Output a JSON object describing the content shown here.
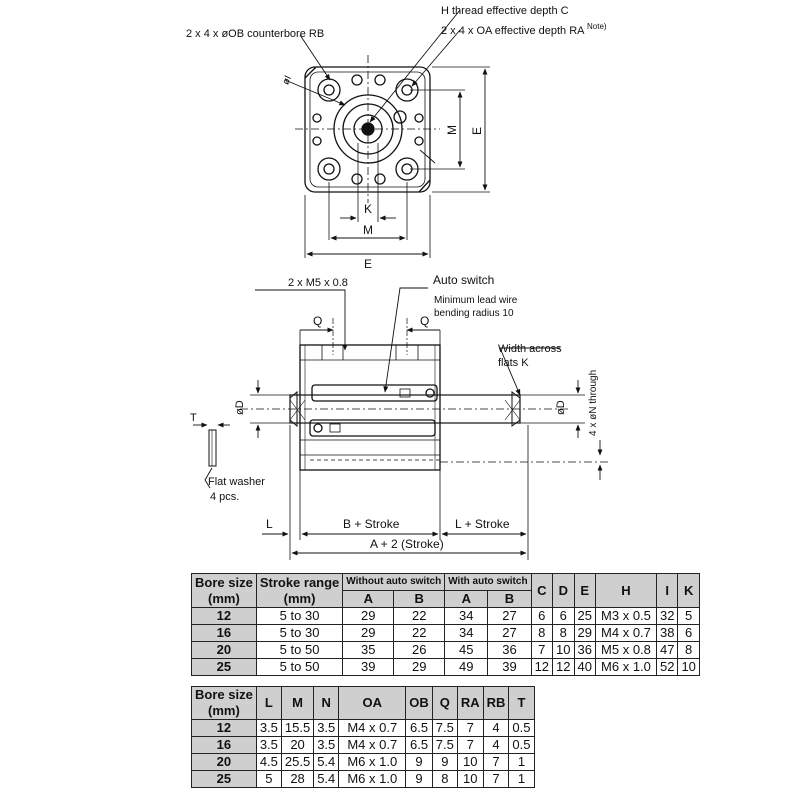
{
  "drawing": {
    "label_counterbore": "2 x 4 x øOB counterbore RB",
    "label_thread": "H thread effective depth C",
    "label_oa": "2 x 4 x OA effective depth RA",
    "label_note": "Note)",
    "label_i": "øI",
    "label_m_right": "M",
    "label_e_right": "E",
    "label_k": "K",
    "label_m_bottom": "M",
    "label_e_bottom": "E",
    "label_m5": "2 x M5 x 0.8",
    "label_auto_switch": "Auto switch",
    "label_min_lead": "Minimum lead wire",
    "label_bending": "bending radius 10",
    "label_q_left": "Q",
    "label_q_right": "Q",
    "label_width_across": "Width across",
    "label_flats": "flats K",
    "label_d_left": "øD",
    "label_d_right": "øD",
    "label_n_through": "4 x øN through",
    "label_t": "T",
    "label_flat_washer": "Flat washer",
    "label_4pcs": "4 pcs.",
    "label_l_left": "L",
    "label_b_stroke": "B + Stroke",
    "label_l_stroke": "L + Stroke",
    "label_a_stroke": "A + 2 (Stroke)"
  },
  "table1": {
    "h_bore": "Bore size",
    "h_bore_unit": "(mm)",
    "h_stroke": "Stroke range",
    "h_stroke_unit": "(mm)",
    "h_without": "Without auto switch",
    "h_with": "With auto switch",
    "h_a1": "A",
    "h_b1": "B",
    "h_a2": "A",
    "h_b2": "B",
    "h_c": "C",
    "h_d": "D",
    "h_e": "E",
    "h_h": "H",
    "h_i": "I",
    "h_k": "K",
    "rows": [
      [
        "12",
        "5 to 30",
        "29",
        "22",
        "34",
        "27",
        "6",
        "6",
        "25",
        "M3 x 0.5",
        "32",
        "5"
      ],
      [
        "16",
        "5 to 30",
        "29",
        "22",
        "34",
        "27",
        "8",
        "8",
        "29",
        "M4 x 0.7",
        "38",
        "6"
      ],
      [
        "20",
        "5 to 50",
        "35",
        "26",
        "45",
        "36",
        "7",
        "10",
        "36",
        "M5 x 0.8",
        "47",
        "8"
      ],
      [
        "25",
        "5 to 50",
        "39",
        "29",
        "49",
        "39",
        "12",
        "12",
        "40",
        "M6 x 1.0",
        "52",
        "10"
      ]
    ]
  },
  "table2": {
    "h_bore": "Bore size",
    "h_bore_unit": "(mm)",
    "h_l": "L",
    "h_m": "M",
    "h_n": "N",
    "h_oa": "OA",
    "h_ob": "OB",
    "h_q": "Q",
    "h_ra": "RA",
    "h_rb": "RB",
    "h_t": "T",
    "rows": [
      [
        "12",
        "3.5",
        "15.5",
        "3.5",
        "M4 x 0.7",
        "6.5",
        "7.5",
        "7",
        "4",
        "0.5"
      ],
      [
        "16",
        "3.5",
        "20",
        "3.5",
        "M4 x 0.7",
        "6.5",
        "7.5",
        "7",
        "4",
        "0.5"
      ],
      [
        "20",
        "4.5",
        "25.5",
        "5.4",
        "M6 x 1.0",
        "9",
        "9",
        "10",
        "7",
        "1"
      ],
      [
        "25",
        "5",
        "28",
        "5.4",
        "M6 x 1.0",
        "9",
        "8",
        "10",
        "7",
        "1"
      ]
    ]
  }
}
